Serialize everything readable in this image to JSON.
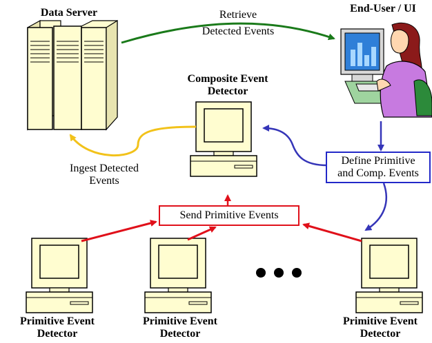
{
  "labels": {
    "data_server": "Data Server",
    "end_user": "End-User / UI",
    "retrieve_line1": "Retrieve",
    "retrieve_line2": "Detected Events",
    "composite_line1": "Composite Event",
    "composite_line2": "Detector",
    "ingest_line1": "Ingest Detected",
    "ingest_line2": "Events",
    "define_line1": "Define Primitive",
    "define_line2": "and Comp. Events",
    "send_primitive": "Send Primitive Events",
    "primitive_1_line1": "Primitive Event",
    "primitive_1_line2": "Detector",
    "primitive_2_line1": "Primitive Event",
    "primitive_2_line2": "Detector",
    "primitive_3_line1": "Primitive Event",
    "primitive_3_line2": "Detector"
  },
  "colors": {
    "retrieve_arrow": "#1a7a1a",
    "ingest_arrow": "#f2c21a",
    "define_arrow": "#3535b8",
    "send_arrow": "#e0101a",
    "computer_fill": "#fffdd0",
    "server_fill": "#fffdd0"
  },
  "icons": {
    "server": "server-rack-icon",
    "user": "user-at-computer-icon",
    "computer": "desktop-computer-icon",
    "ellipsis": "ellipsis-dots-icon"
  }
}
